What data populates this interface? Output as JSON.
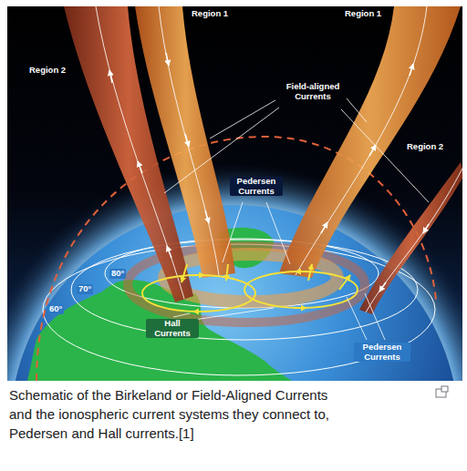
{
  "diagram": {
    "caption": "Schematic of the Birkeland or Field-Aligned Currents and the ionospheric current systems they connect to, Pedersen and Hall currents.[1]",
    "labels": [
      "Region 1",
      "Region 1",
      "Region 2",
      "Field-aligned Currents",
      "Region 2",
      "Pedersen Currents",
      "80°",
      "70°",
      "60°",
      "Hall Currents",
      "Pedersen Currents"
    ]
  }
}
